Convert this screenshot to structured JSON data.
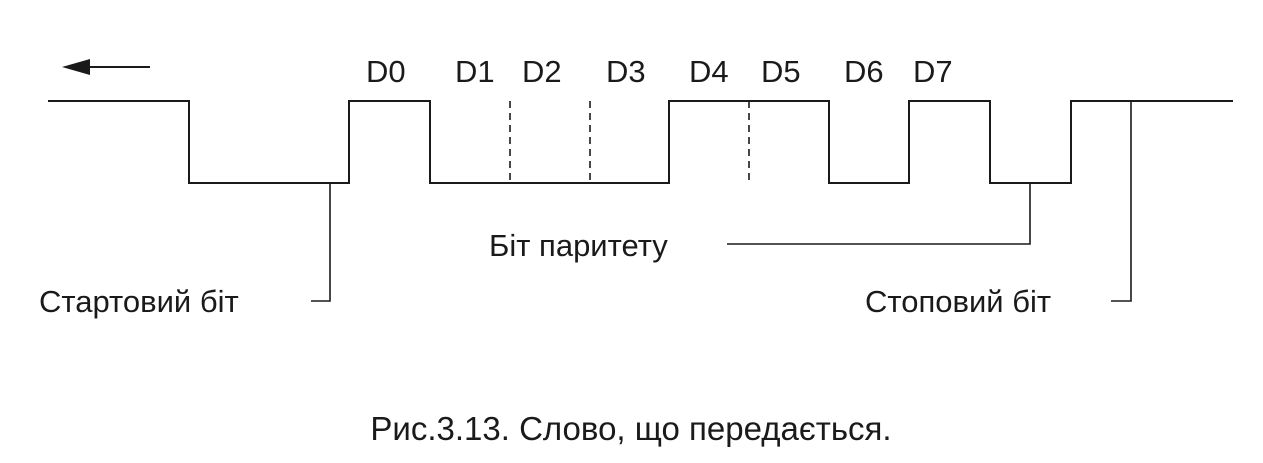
{
  "diagram": {
    "bit_labels": [
      "D0",
      "D1",
      "D2",
      "D3",
      "D4",
      "D5",
      "D6",
      "D7"
    ],
    "start_bit_label": "Стартовий біт",
    "parity_bit_label": "Біт паритету",
    "stop_bit_label": "Стоповий біт",
    "caption": "Рис.3.13. Слово, що передається.",
    "direction_arrow": "left-arrow-icon",
    "waveform_levels": [
      "idle-high",
      "start-low",
      "D0-high",
      "D1-low",
      "D2-low",
      "D3-low",
      "D4-high",
      "D5-high",
      "D6-low",
      "D7-high",
      "parity-low",
      "stop-high",
      "idle-high"
    ],
    "data_bits": [
      1,
      0,
      0,
      0,
      1,
      1,
      0,
      1
    ],
    "parity_bit": 0,
    "stop_bit": 1
  }
}
